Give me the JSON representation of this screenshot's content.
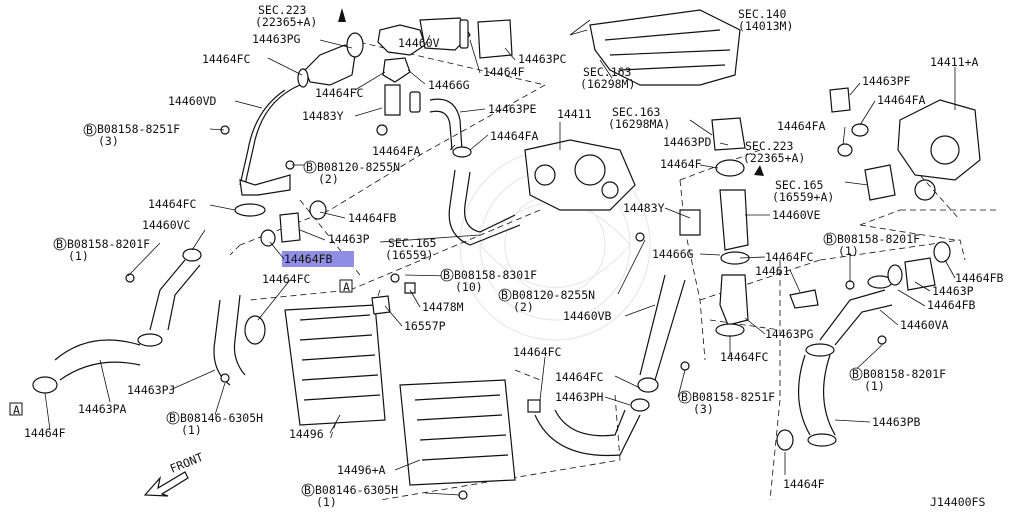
{
  "diagram_id": "J14400FS",
  "front_label": "FRONT",
  "box_label": "A",
  "labels": {
    "sec223_top": "SEC.223",
    "sec223_top_sub": "(22365+A)",
    "p14463PG_top": "14463PG",
    "p14464FC_tl": "14464FC",
    "p14460VD": "14460VD",
    "b08158_8251F_tl": "B08158-8251F",
    "b08158_8251F_tl_q": "(3)",
    "p14460V": "14460V",
    "p14464FC_2": "14464FC",
    "p14466G_top": "14466G",
    "p14483Y_top": "14483Y",
    "p14464F_top": "14464F",
    "p14463PC": "14463PC",
    "sec140": "SEC.140",
    "sec140_sub": "(14013M)",
    "sec163_top": "SEC.163",
    "sec163_top_sub": "(16298M)",
    "p14463PE": "14463PE",
    "sec163_mid": "SEC.163",
    "sec163_mid_sub": "(16298MA)",
    "p14411_mid": "14411",
    "p14464FA_mid": "14464FA",
    "p14464FA_mid2": "14464FA",
    "b08120_8255N_top": "B08120-8255N",
    "b08120_8255N_top_q": "(2)",
    "p14464FC_l": "14464FC",
    "p14464FB_l": "14464FB",
    "p14460VC": "14460VC",
    "p14463P_l": "14463P",
    "b08158_8201F_l": "B08158-8201F",
    "b08158_8201F_l_q": "(1)",
    "p14464FB_hl": "14464FB",
    "sec165_l": "SEC.165",
    "sec165_l_sub": "(16559)",
    "b08158_8301F": "B08158-8301F",
    "b08158_8301F_q": "(10)",
    "p14464FC_l2": "14464FC",
    "p14478M": "14478M",
    "p16557P": "16557P",
    "b08120_8255N_mid": "B08120-8255N",
    "b08120_8255N_mid_q": "(2)",
    "p14463PJ": "14463PJ",
    "b08146_6305H_l": "B08146-6305H",
    "b08146_6305H_l_q": "(1)",
    "p14463PA": "14463PA",
    "p14464F_l": "14464F",
    "p14496": "14496",
    "p14496A": "14496+A",
    "b08146_6305H_b": "B08146-6305H",
    "b08146_6305H_b_q": "(1)",
    "p14464FC_mid": "14464FC",
    "p14464FC_mid2": "14464FC",
    "p14463PH": "14463PH",
    "p14460VB": "14460VB",
    "b08158_8251F_r": "B08158-8251F",
    "b08158_8251F_r_q": "(3)",
    "p14466G_r": "14466G",
    "p14464FC_r": "14464FC",
    "p14461": "14461",
    "p14463PG_r": "14463PG",
    "p14464FC_r2": "14464FC",
    "p14483Y_r": "14483Y",
    "p14460VE": "14460VE",
    "p14463PD": "14463PD",
    "p14464F_r": "14464F",
    "sec223_r": "SEC.223",
    "sec223_r_sub": "(22365+A)",
    "sec165_r": "SEC.165",
    "sec165_r_sub": "(16559+A)",
    "p14464FA_r": "14464FA",
    "p14463PF": "14463PF",
    "p14464FA_r2": "14464FA",
    "p14411A": "14411+A",
    "b08158_8201F_r": "B08158-8201F",
    "b08158_8201F_r_q": "(1)",
    "p14464FB_r": "14464FB",
    "p14463P_r": "14463P",
    "p14464FB_r2": "14464FB",
    "p14460VA": "14460VA",
    "b08158_8201F_r2": "B08158-8201F",
    "b08158_8201F_r2_q": "(1)",
    "p14463PB": "14463PB",
    "p14464F_b": "14464F"
  }
}
